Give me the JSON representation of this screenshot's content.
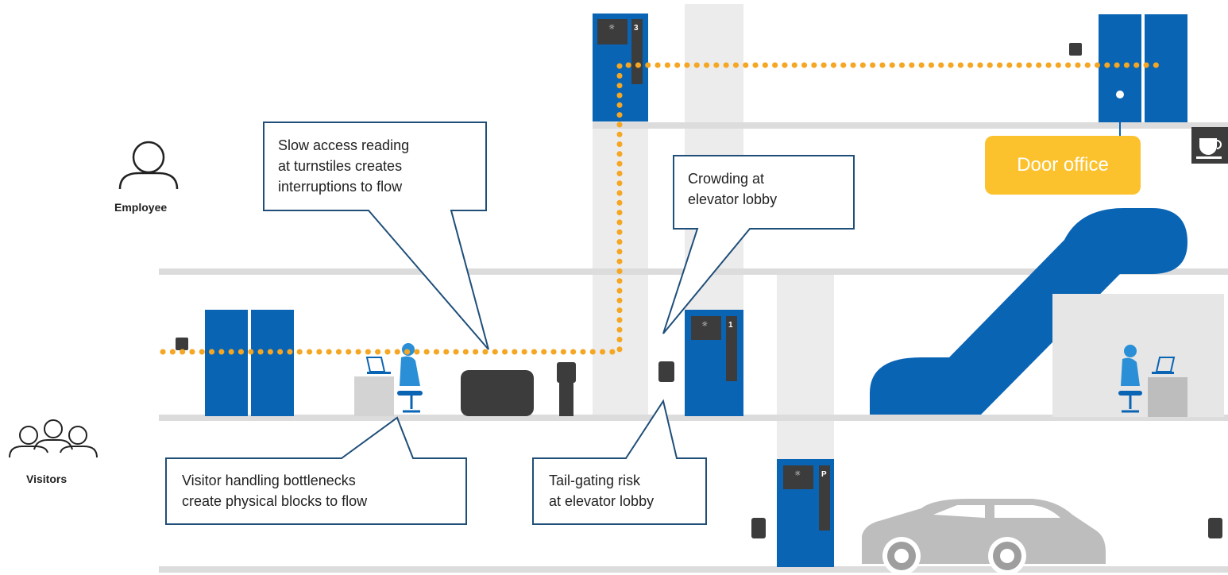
{
  "personas": {
    "employee": {
      "label": "Employee",
      "icon": "person-icon"
    },
    "visitors": {
      "label": "Visitors",
      "icon": "group-icon"
    }
  },
  "callouts": {
    "turnstiles": "Slow access reading\nat turnstiles creates\ninterruptions to flow",
    "crowding": "Crowding at\nelevator lobby",
    "visitor_handling": "Visitor handling bottlenecks\ncreate physical blocks to flow",
    "tailgating": "Tail-gating risk\nat elevator lobby"
  },
  "door_office": {
    "label": "Door office"
  },
  "elevators": {
    "floor3": "3",
    "floor1": "1",
    "parking": "P"
  },
  "icons": [
    "coffee-cup-icon",
    "car-icon",
    "escalator-icon",
    "receptionist-icon",
    "laptop-icon",
    "turnstile-icon",
    "access-reader-icon"
  ],
  "colors": {
    "blue": "#0a64b4",
    "path": "#f5a623",
    "callout_border": "#1f4e79",
    "door_office": "#fcc22e",
    "floor": "#dcdcdc",
    "dark": "#3c3c3c"
  }
}
